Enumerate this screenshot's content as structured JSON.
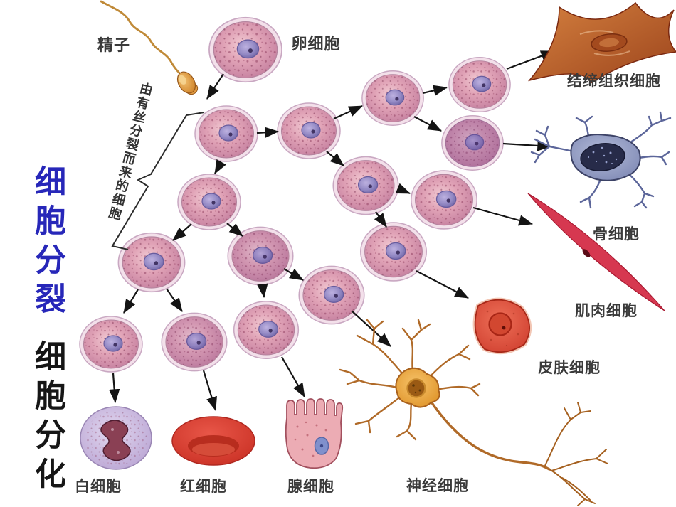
{
  "title_column": {
    "division": "细胞分裂",
    "differentiation": "细胞分化",
    "division_color": "#2727b9",
    "differentiation_color": "#161616"
  },
  "annotations": {
    "mitosis_brace_label": "由有丝分裂而来的细胞"
  },
  "source_cells": {
    "sperm_label": "精子",
    "egg_label": "卵细胞"
  },
  "differentiated_cells": {
    "connective": "结缔组织细胞",
    "bone": "骨细胞",
    "muscle": "肌肉细胞",
    "skin": "皮肤细胞",
    "nerve": "神经细胞",
    "gland": "腺细胞",
    "red_blood": "红细胞",
    "white_blood": "白细胞"
  },
  "colors": {
    "background": "#ffffff",
    "arrow": "#141414",
    "label_text": "#3a3a3a",
    "cell_body_pink": "#d795ad",
    "nucleus_purple": "#8478b8",
    "connective_orange": "#b65a2c",
    "bone_gray_blue": "#8a92bc",
    "muscle_red": "#d0324a",
    "skin_red": "#dd4f3c",
    "neuron_orange": "#e8a33c",
    "gland_pink": "#e9aab3",
    "rbc_red": "#d63c2e",
    "wbc_lavender": "#c9b7de"
  }
}
